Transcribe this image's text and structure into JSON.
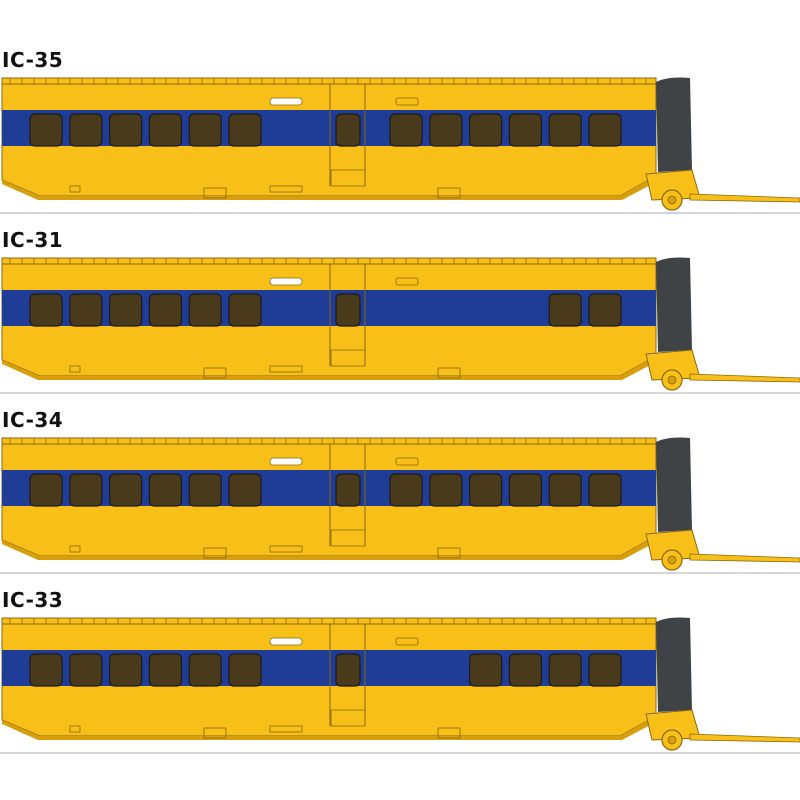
{
  "colors": {
    "body": "#f7bf18",
    "body_dark": "#d89e0c",
    "stripe": "#1f3c97",
    "window": "#4a3a1c",
    "window_edge": "#1f1a10",
    "gangway": "#3f4346",
    "line": "#8a6a10",
    "rail": "#c8c8c8"
  },
  "cars": [
    {
      "code": "IC-35",
      "left_windows": 6,
      "right_windows": 6,
      "right_start": "near"
    },
    {
      "code": "IC-31",
      "left_windows": 6,
      "right_windows": 2,
      "right_start": "far"
    },
    {
      "code": "IC-34",
      "left_windows": 6,
      "right_windows": 6,
      "right_start": "near"
    },
    {
      "code": "IC-33",
      "left_windows": 6,
      "right_windows": 4,
      "right_start": "mid"
    }
  ]
}
